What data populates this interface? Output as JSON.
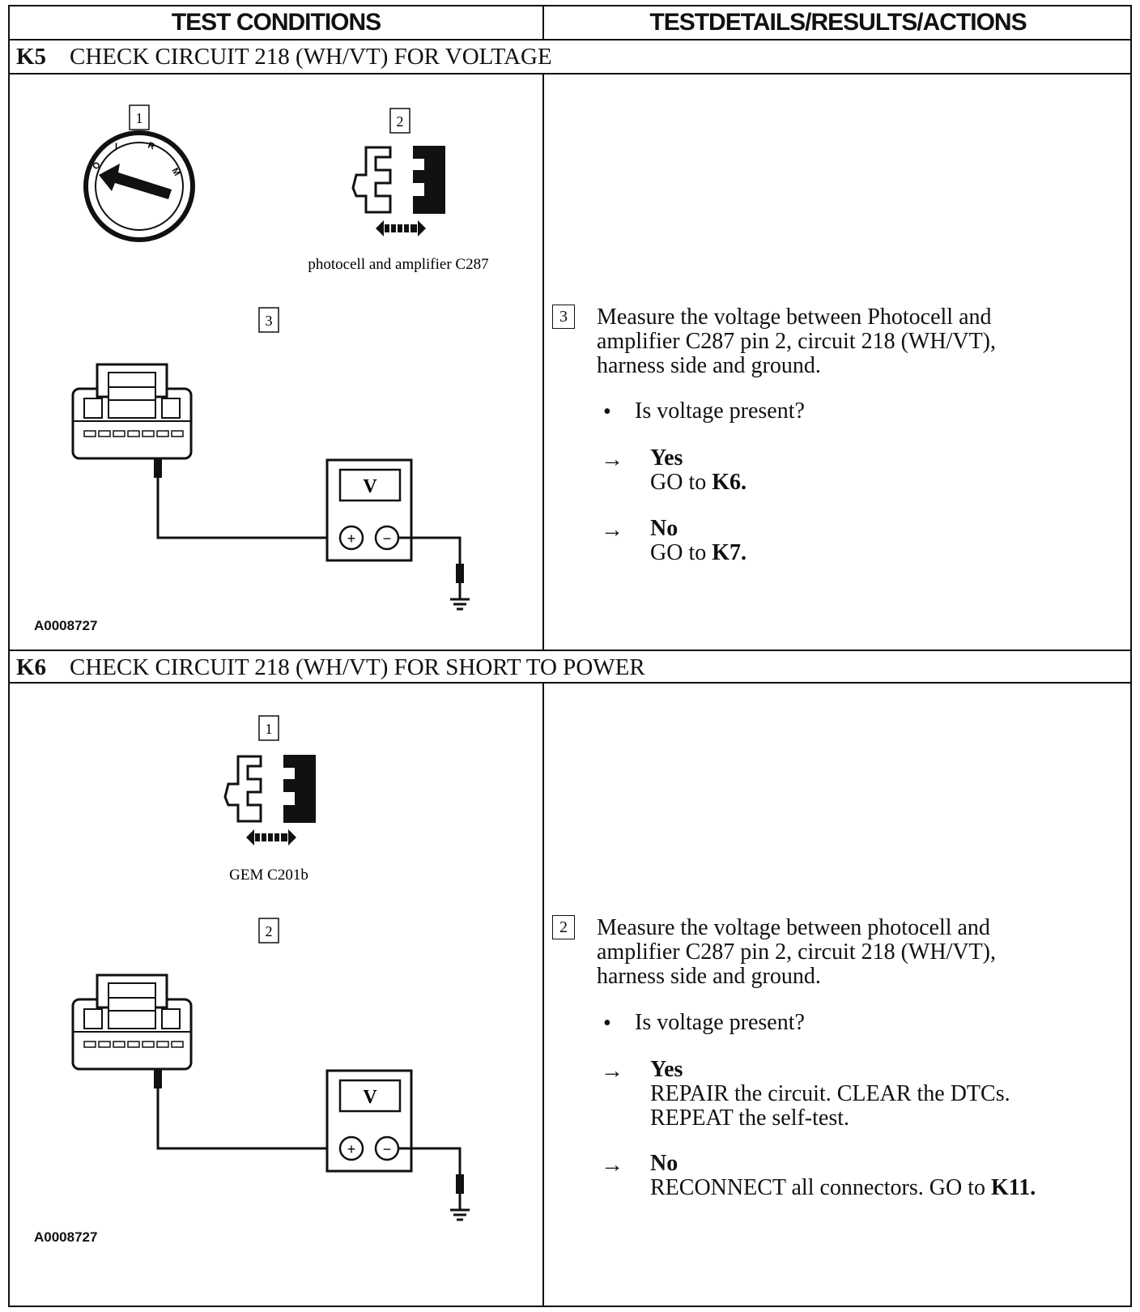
{
  "columns": {
    "left": "TEST CONDITIONS",
    "right": "TESTDETAILS/RESULTS/ACTIONS"
  },
  "sections": [
    {
      "id": "K5",
      "title": "CHECK CIRCUIT 218 (WH/VT) FOR VOLTAGE",
      "figure": {
        "step_labels": [
          "1",
          "2",
          "3"
        ],
        "connector_caption": "photocell and amplifier C287",
        "meter_label": "V",
        "figure_id": "A0008727"
      },
      "detail": {
        "step": "3",
        "text": "Measure the voltage between Photocell and amplifier C287 pin 2, circuit 218 (WH/VT), harness side and ground.",
        "question": "Is voltage present?",
        "yes_label": "Yes",
        "yes_action": "GO to",
        "yes_target": "K6.",
        "no_label": "No",
        "no_action": "GO to",
        "no_target": "K7."
      }
    },
    {
      "id": "K6",
      "title": "CHECK CIRCUIT 218 (WH/VT) FOR SHORT TO POWER",
      "figure": {
        "step_labels": [
          "1",
          "2"
        ],
        "connector_caption": "GEM C201b",
        "meter_label": "V",
        "figure_id": "A0008727"
      },
      "detail": {
        "step": "2",
        "text": "Measure the voltage between photocell and amplifier C287 pin 2, circuit 218 (WH/VT), harness side and ground.",
        "question": "Is voltage present?",
        "yes_label": "Yes",
        "yes_action_1": "REPAIR the circuit. CLEAR the DTCs.",
        "yes_action_2": "REPEAT the self-test.",
        "no_label": "No",
        "no_action": "RECONNECT all connectors. GO to",
        "no_target": "K11."
      }
    }
  ],
  "symbols": {
    "bullet": "•",
    "arrow": "→",
    "plus": "+",
    "minus": "−"
  }
}
